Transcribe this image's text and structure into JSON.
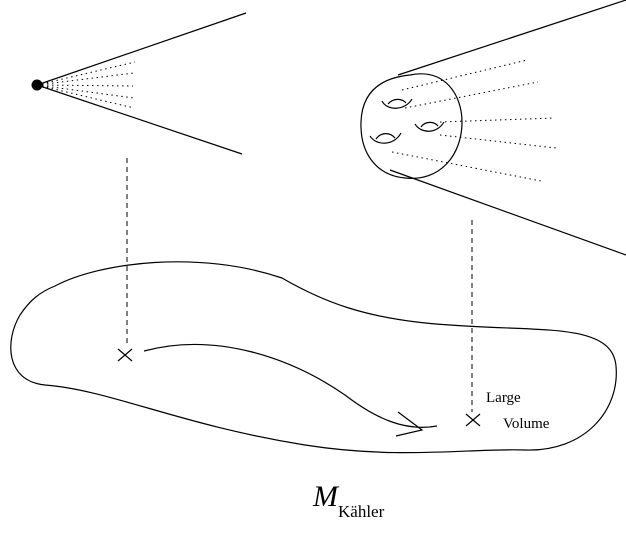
{
  "labels": {
    "large_line1": "Large",
    "large_line2": "Volume",
    "moduli_symbol": "M",
    "moduli_subscript": "Kähler"
  }
}
